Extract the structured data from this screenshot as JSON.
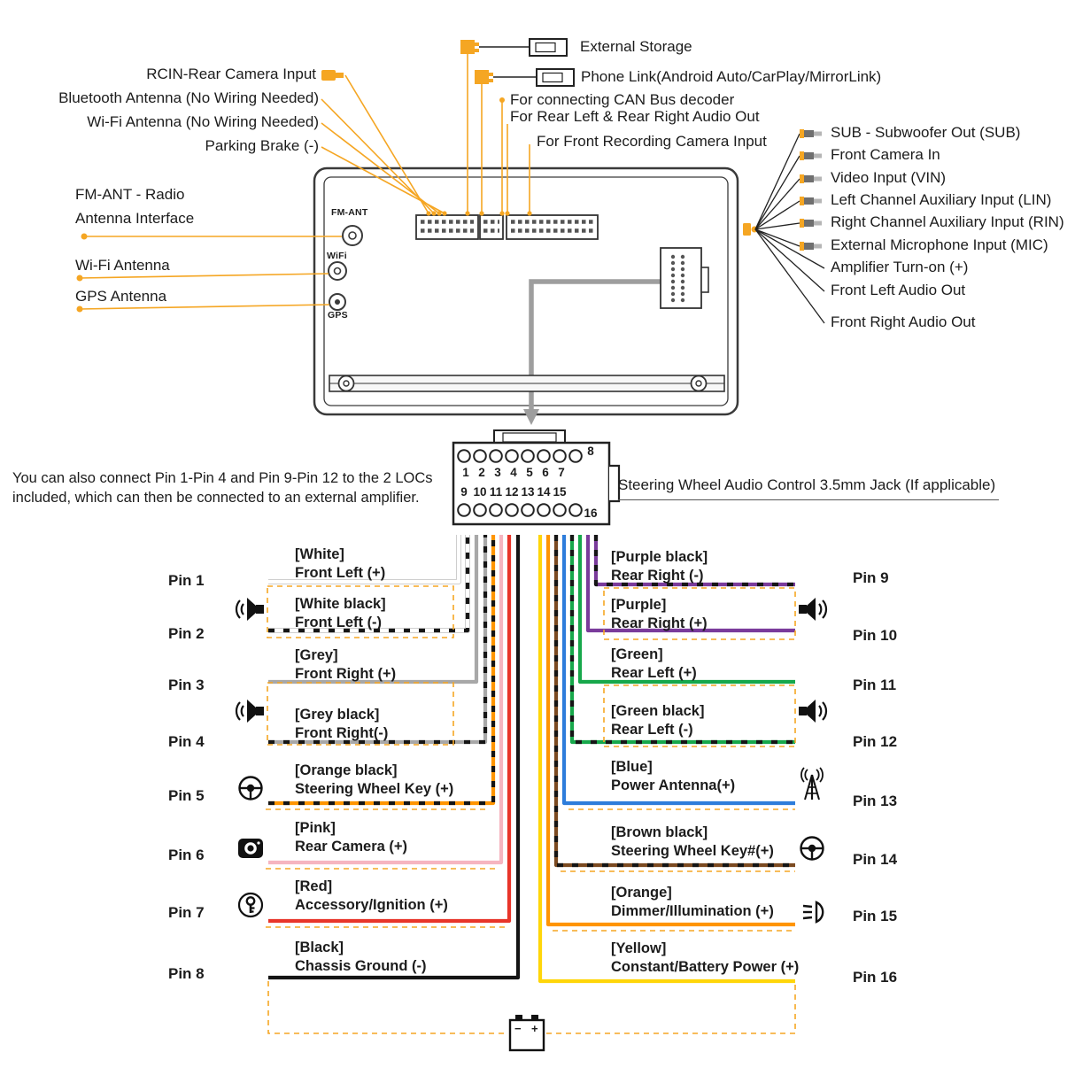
{
  "colors": {
    "accent": "#F5A623",
    "fan_line": "#222222",
    "grey_cable": "#9e9e9e"
  },
  "device": {
    "fm_ant_port": "FM-ANT",
    "wifi_port": "WiFi",
    "gps_port": "GPS"
  },
  "top_left_labels": {
    "external_storage": "External Storage",
    "rcin": "RCIN-Rear Camera Input",
    "phone_link": "Phone Link(Android Auto/CarPlay/MirrorLink)",
    "bluetooth": "Bluetooth Antenna (No Wiring Needed)",
    "can_bus": "For connecting CAN Bus decoder",
    "wifi_no_wiring": "Wi-Fi Antenna (No Wiring Needed)",
    "rear_audio_out": "For Rear Left & Rear Right Audio Out",
    "parking_brake": "Parking Brake (-)",
    "front_recording": "For Front Recording Camera Input",
    "fm_radio_line1": "FM-ANT - Radio",
    "fm_radio_line2": "Antenna Interface",
    "wifi_antenna": "Wi-Fi Antenna",
    "gps_antenna": "GPS Antenna"
  },
  "right_labels": [
    "SUB - Subwoofer Out (SUB)",
    "Front Camera In",
    "Video Input (VIN)",
    "Left Channel Auxiliary Input (LIN)",
    "Right Channel Auxiliary Input (RIN)",
    "External Microphone Input (MIC)",
    "Amplifier Turn-on (+)",
    "Front Left Audio Out",
    "Front Right Audio Out"
  ],
  "note": {
    "line1": "You can also connect Pin 1-Pin 4 and Pin 9-Pin 12 to the 2 LOCs",
    "line2": "included, which can then be connected to an external amplifier."
  },
  "swc_jack_label": "Steering Wheel Audio Control 3.5mm Jack (If applicable)",
  "connector": {
    "numbers_top": [
      "1",
      "2",
      "3",
      "4",
      "5",
      "6",
      "7"
    ],
    "number_8": "8",
    "numbers_bottom": [
      "9",
      "10",
      "11",
      "12",
      "13",
      "14",
      "15"
    ],
    "number_16": "16"
  },
  "battery": {
    "minus": "−",
    "plus": "+"
  },
  "pins_left": [
    {
      "pin": "Pin 1",
      "color_label": "[White]",
      "function": "Front Left (+)",
      "wire": "#ffffff"
    },
    {
      "pin": "Pin 2",
      "color_label": "[White black]",
      "function": "Front Left (-)",
      "wire": "#ffffff"
    },
    {
      "pin": "Pin 3",
      "color_label": "[Grey]",
      "function": "Front Right (+)",
      "wire": "#a8a8a8"
    },
    {
      "pin": "Pin 4",
      "color_label": "[Grey black]",
      "function": "Front Right(-)",
      "wire": "#a8a8a8"
    },
    {
      "pin": "Pin 5",
      "color_label": "[Orange black]",
      "function": "Steering Wheel Key (+)",
      "wire": "#ff9500"
    },
    {
      "pin": "Pin 6",
      "color_label": "[Pink]",
      "function": "Rear Camera (+)",
      "wire": "#f6b5c0"
    },
    {
      "pin": "Pin 7",
      "color_label": "[Red]",
      "function": "Accessory/Ignition (+)",
      "wire": "#e8352a"
    },
    {
      "pin": "Pin 8",
      "color_label": "[Black]",
      "function": "Chassis Ground (-)",
      "wire": "#141414"
    }
  ],
  "pins_right": [
    {
      "pin": "Pin 9",
      "color_label": "[Purple black]",
      "function": "Rear Right (-)",
      "wire": "#7a3b9b"
    },
    {
      "pin": "Pin 10",
      "color_label": "[Purple]",
      "function": "Rear Right (+)",
      "wire": "#7a3b9b"
    },
    {
      "pin": "Pin 11",
      "color_label": "[Green]",
      "function": "Rear Left (+)",
      "wire": "#17a84b"
    },
    {
      "pin": "Pin 12",
      "color_label": "[Green black]",
      "function": "Rear Left (-)",
      "wire": "#17a84b"
    },
    {
      "pin": "Pin 13",
      "color_label": "[Blue]",
      "function": "Power Antenna(+)",
      "wire": "#2e7ddb"
    },
    {
      "pin": "Pin 14",
      "color_label": "[Brown black]",
      "function": "Steering Wheel Key#(+)",
      "wire": "#7b4a21"
    },
    {
      "pin": "Pin 15",
      "color_label": "[Orange]",
      "function": "Dimmer/Illumination (+)",
      "wire": "#ff9500"
    },
    {
      "pin": "Pin 16",
      "color_label": "[Yellow]",
      "function": "Constant/Battery Power (+)",
      "wire": "#ffd60a"
    }
  ]
}
